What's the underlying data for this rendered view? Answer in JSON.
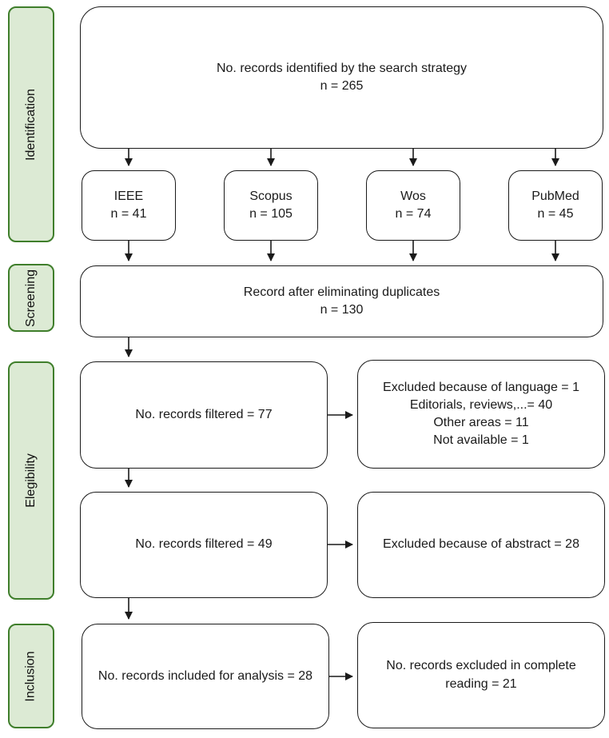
{
  "stages": [
    {
      "label": "Identification"
    },
    {
      "label": "Screening"
    },
    {
      "label": "Elegibility"
    },
    {
      "label": "Inclusion"
    }
  ],
  "flow": {
    "identified": {
      "title": "No. records identified by the search strategy",
      "count": "n = 265"
    },
    "sources": [
      {
        "name": "IEEE",
        "count": "n = 41"
      },
      {
        "name": "Scopus",
        "count": "n = 105"
      },
      {
        "name": "Wos",
        "count": "n = 74"
      },
      {
        "name": "PubMed",
        "count": "n = 45"
      }
    ],
    "deduplicated": {
      "title": "Record after eliminating duplicates",
      "count": "n = 130"
    },
    "filtered_language": {
      "label": "No. records filtered = 77"
    },
    "excluded_language": {
      "lines": [
        "Excluded because of language = 1",
        "Editorials, reviews,...= 40",
        "Other areas = 11",
        "Not available = 1"
      ]
    },
    "filtered_abstract": {
      "label": "No. records filtered = 49"
    },
    "excluded_abstract": {
      "label": "Excluded because of abstract = 28"
    },
    "included": {
      "label": "No. records included for analysis = 28"
    },
    "excluded_reading": {
      "label": "No. records excluded in complete reading = 21"
    }
  },
  "colors": {
    "stage_fill": "#dcead4",
    "stage_border": "#3f7e2b",
    "box_border": "#1a1a1a",
    "background": "#ffffff"
  }
}
